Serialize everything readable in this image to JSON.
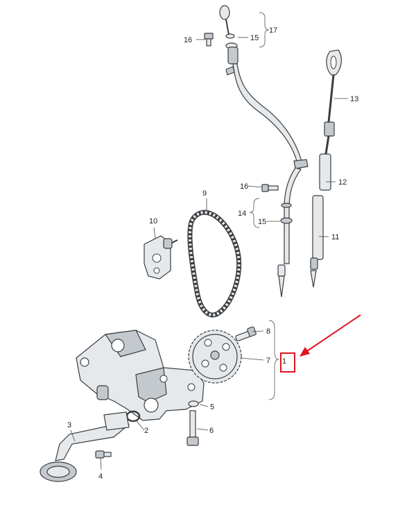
{
  "callouts": {
    "c1": "1",
    "c2": "2",
    "c3": "3",
    "c4": "4",
    "c5": "5",
    "c6": "6",
    "c7": "7",
    "c8": "8",
    "c9": "9",
    "c10": "10",
    "c11": "11",
    "c12": "12",
    "c13": "13",
    "c14": "14",
    "c15a": "15",
    "c15b": "15",
    "c16a": "16",
    "c16b": "16",
    "c17": "17"
  },
  "colors": {
    "highlight": "#e0141e",
    "line": "#3a3d40",
    "part_fill": "#e6e9ec"
  },
  "highlighted_callout": "1"
}
